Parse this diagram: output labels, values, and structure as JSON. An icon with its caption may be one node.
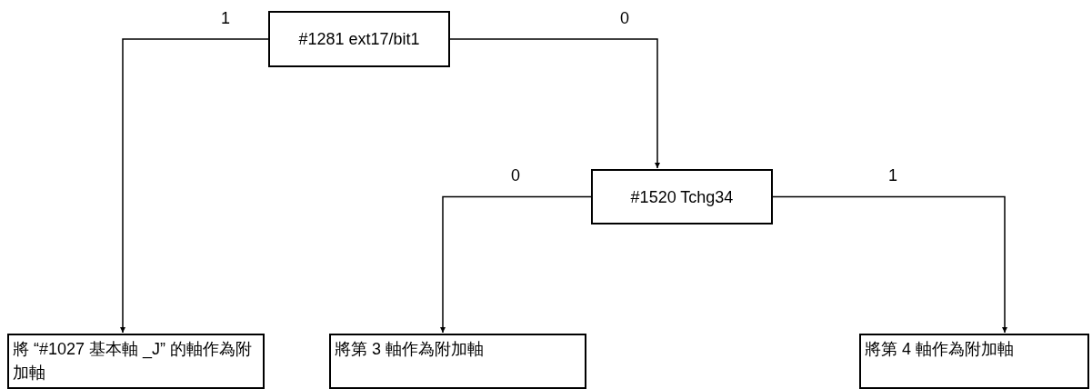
{
  "diagram": {
    "nodes": [
      {
        "text": [
          "#1281 ext17/bit1"
        ]
      },
      {
        "text": [
          "#1520 Tchg34"
        ]
      },
      {
        "text": [
          "將 “#1027 基本軸 _J” 的軸作為附加軸"
        ]
      },
      {
        "text": [
          "將第 3 軸作為附加軸"
        ]
      },
      {
        "text": [
          "將第 4 軸作為附加軸"
        ]
      }
    ],
    "edges": [
      {
        "from": 0,
        "to": 2,
        "arrow": "to",
        "label": "1"
      },
      {
        "from": 0,
        "to": 1,
        "arrow": "to",
        "label": "0"
      },
      {
        "from": 1,
        "to": 3,
        "arrow": "to",
        "label": "0"
      },
      {
        "from": 1,
        "to": 4,
        "arrow": "to",
        "label": "1"
      }
    ]
  }
}
